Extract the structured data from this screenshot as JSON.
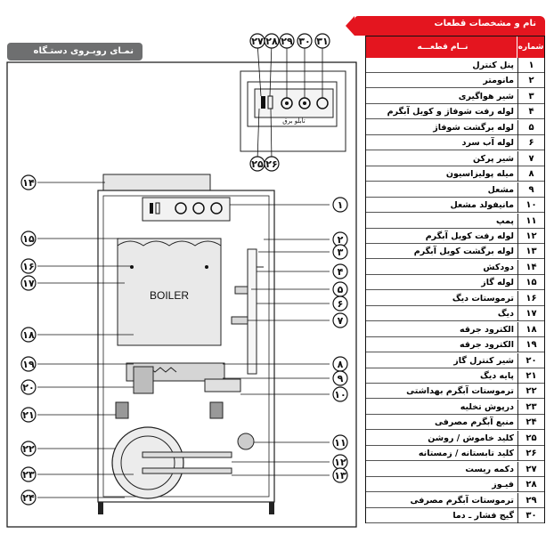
{
  "header": {
    "title": "نام و مشخصات قطعات"
  },
  "table": {
    "col_number": "شماره",
    "col_name": "نــام قطعـــه",
    "rows": [
      {
        "num": "۱",
        "name": "پنل کنترل"
      },
      {
        "num": "۲",
        "name": "مانومتر"
      },
      {
        "num": "۳",
        "name": "شیر هواگیری"
      },
      {
        "num": "۴",
        "name": "لوله رفت شوفاژ و کویل آبگرم"
      },
      {
        "num": "۵",
        "name": "لوله برگشت شوفاژ"
      },
      {
        "num": "۶",
        "name": "لوله آب سرد"
      },
      {
        "num": "۷",
        "name": "شیر پرکن"
      },
      {
        "num": "۸",
        "name": "میله پولیزاسیون"
      },
      {
        "num": "۹",
        "name": "مشعل"
      },
      {
        "num": "۱۰",
        "name": "مانیفولد مشعل"
      },
      {
        "num": "۱۱",
        "name": "پمپ"
      },
      {
        "num": "۱۲",
        "name": "لوله رفت کویل آبگرم"
      },
      {
        "num": "۱۳",
        "name": "لوله برگشت کویل آبگرم"
      },
      {
        "num": "۱۴",
        "name": "دودکش"
      },
      {
        "num": "۱۵",
        "name": "لوله گاز"
      },
      {
        "num": "۱۶",
        "name": "ترموستات دیگ"
      },
      {
        "num": "۱۷",
        "name": "دیگ"
      },
      {
        "num": "۱۸",
        "name": "الکترود جرقه"
      },
      {
        "num": "۱۹",
        "name": "الکترود جرقه"
      },
      {
        "num": "۲۰",
        "name": "شیر کنترل گاز"
      },
      {
        "num": "۲۱",
        "name": "پایه دیگ"
      },
      {
        "num": "۲۲",
        "name": "ترموستات آبگرم بهداشتی"
      },
      {
        "num": "۲۳",
        "name": "درپوش تخلیه"
      },
      {
        "num": "۲۴",
        "name": "منبع آبگرم مصرفی"
      },
      {
        "num": "۲۵",
        "name": "کلید خاموش / روشن"
      },
      {
        "num": "۲۶",
        "name": "کلید تابستانه / زمستانه"
      },
      {
        "num": "۲۷",
        "name": "دکمه ریست"
      },
      {
        "num": "۲۸",
        "name": "فیـوز"
      },
      {
        "num": "۲۹",
        "name": "ترموستات آبگرم مصرفی"
      },
      {
        "num": "۳۰",
        "name": "گیج فشار ـ دما"
      }
    ]
  },
  "front_view": {
    "title": "نمـای روبـروی دستـگاه"
  },
  "boiler_label": "BOILER",
  "panel_caption": "تابلو برق",
  "callouts": {
    "c1": "۱",
    "c2": "۲",
    "c3": "۳",
    "c4": "۴",
    "c5": "۵",
    "c6": "۶",
    "c7": "۷",
    "c8": "۸",
    "c9": "۹",
    "c10": "۱۰",
    "c11": "۱۱",
    "c12": "۱۲",
    "c13": "۱۳",
    "c14": "۱۴",
    "c15": "۱۵",
    "c16": "۱۶",
    "c17": "۱۷",
    "c18": "۱۸",
    "c19": "۱۹",
    "c20": "۲۰",
    "c21": "۲۱",
    "c22": "۲۲",
    "c23": "۲۳",
    "c24": "۲۴",
    "c25": "۲۵",
    "c26": "۲۶",
    "c27": "۲۷",
    "c28": "۲۸",
    "c29": "۲۹",
    "c30": "۳۰",
    "c31": "۳۱"
  }
}
